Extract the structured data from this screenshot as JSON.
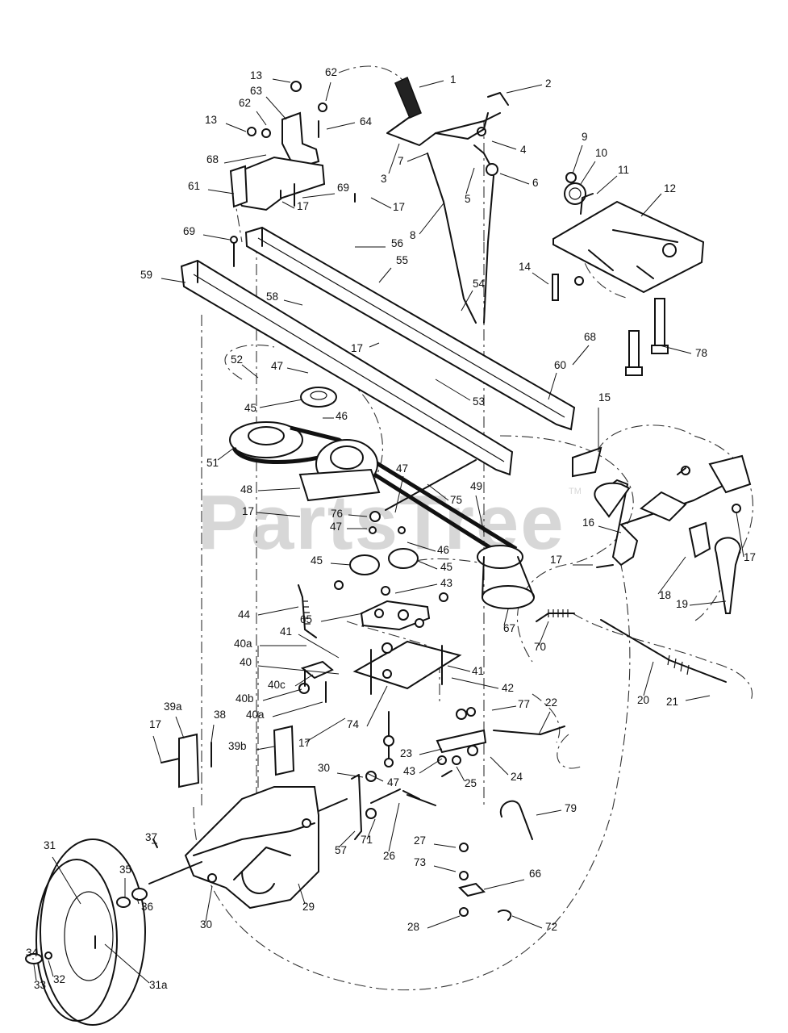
{
  "watermark": {
    "text": "PartsTree",
    "mark": "TM"
  },
  "callouts": [
    "1",
    "2",
    "3",
    "4",
    "5",
    "6",
    "7",
    "8",
    "9",
    "10",
    "11",
    "12",
    "13",
    "14",
    "15",
    "16",
    "17",
    "18",
    "19",
    "20",
    "21",
    "22",
    "23",
    "24",
    "25",
    "26",
    "27",
    "28",
    "29",
    "30",
    "31",
    "31a",
    "32",
    "33",
    "34",
    "35",
    "36",
    "37",
    "38",
    "39a",
    "39b",
    "40",
    "40a",
    "40b",
    "40c",
    "41",
    "42",
    "43",
    "44",
    "45",
    "46",
    "47",
    "48",
    "49",
    "51",
    "52",
    "53",
    "54",
    "55",
    "56",
    "57",
    "58",
    "59",
    "60",
    "61",
    "62",
    "63",
    "64",
    "65",
    "66",
    "67",
    "68",
    "69",
    "70",
    "71",
    "72",
    "73",
    "74",
    "75",
    "76",
    "77",
    "78",
    "79"
  ]
}
